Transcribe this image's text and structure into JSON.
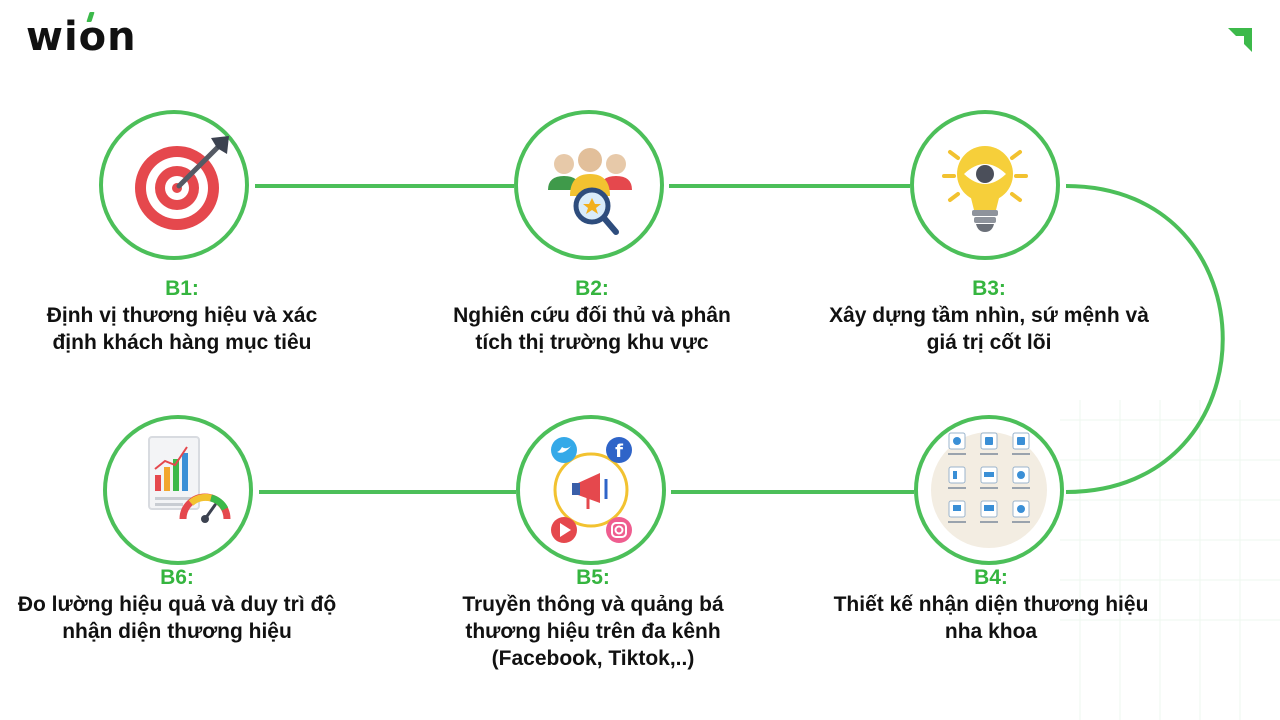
{
  "brand": {
    "logo_text": "wion"
  },
  "colors": {
    "accent": "#4cbf59",
    "step_label": "#35b53f",
    "text": "#111111"
  },
  "steps": [
    {
      "label": "B1:",
      "text": "Định vị thương hiệu và xác định khách hàng mục tiêu",
      "icon": "target-arrow-icon"
    },
    {
      "label": "B2:",
      "text": "Nghiên cứu đối thủ và phân tích thị trường khu vực",
      "icon": "market-research-icon"
    },
    {
      "label": "B3:",
      "text": "Xây dựng tầm nhìn, sứ mệnh và giá trị cốt lõi",
      "icon": "lightbulb-eye-icon"
    },
    {
      "label": "B4:",
      "text": "Thiết kế nhận diện thương hiệu nha khoa",
      "icon": "brand-identity-mockup-icon"
    },
    {
      "label": "B5:",
      "text": "Truyền thông và quảng bá thương hiệu trên đa kênh (Facebook, Tiktok,..)",
      "icon": "social-media-megaphone-icon"
    },
    {
      "label": "B6:",
      "text": "Đo lường hiệu quả và duy trì độ nhận diện thương hiệu",
      "icon": "analytics-gauge-icon"
    }
  ]
}
